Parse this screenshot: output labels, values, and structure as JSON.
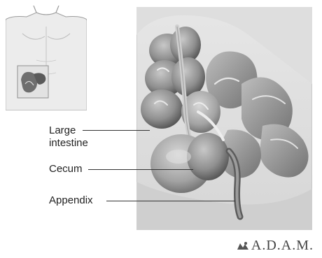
{
  "labels": {
    "large_intestine_line1": "Large",
    "large_intestine_line2": "intestine",
    "cecum": "Cecum",
    "appendix": "Appendix"
  },
  "branding": {
    "logo_text": "A.D.A.M."
  },
  "icons": {
    "torso": "torso-icon",
    "logo_mark": "adam-logo-mark-icon"
  }
}
